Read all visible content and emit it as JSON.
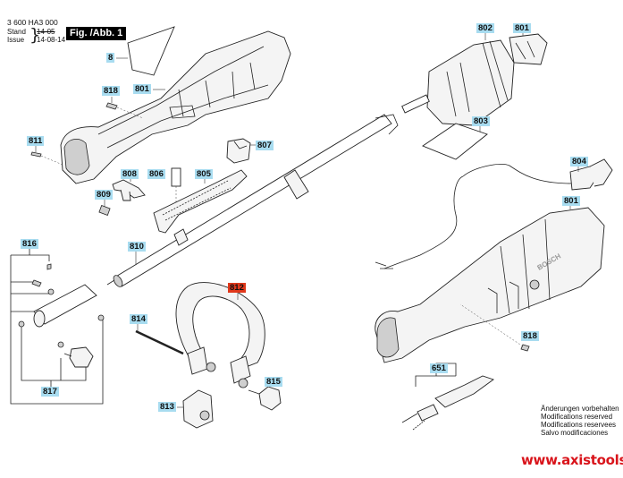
{
  "header": {
    "doc_number": "3 600 HA3 000",
    "stand_label": "Stand",
    "issue_label": "Issue",
    "brace": "}",
    "stand_value": "14-05",
    "issue_value": "14-08-14",
    "figure_title": "Fig. /Abb. 1"
  },
  "part_labels": {
    "p8": "8",
    "p801_top": "801",
    "p801_right": "801",
    "p801_cover": "801",
    "p802": "802",
    "p803": "803",
    "p804": "804",
    "p805": "805",
    "p806": "806",
    "p807": "807",
    "p808": "808",
    "p809": "809",
    "p810": "810",
    "p811": "811",
    "p812": "812",
    "p813": "813",
    "p814": "814",
    "p815": "815",
    "p816": "816",
    "p817": "817",
    "p818_left": "818",
    "p818_right": "818",
    "p651": "651"
  },
  "highlighted_part": "812",
  "colors": {
    "label_bg": "#a8dcf0",
    "highlight_bg": "#e0381b",
    "website_color": "#d9141b"
  },
  "notice": [
    "Änderungen vorbehalten",
    "Modifications reserved",
    "Modifications reservees",
    "Salvo modificaciones"
  ],
  "website": "www.axistools.ru",
  "brand_logo_text": "BOSCH"
}
